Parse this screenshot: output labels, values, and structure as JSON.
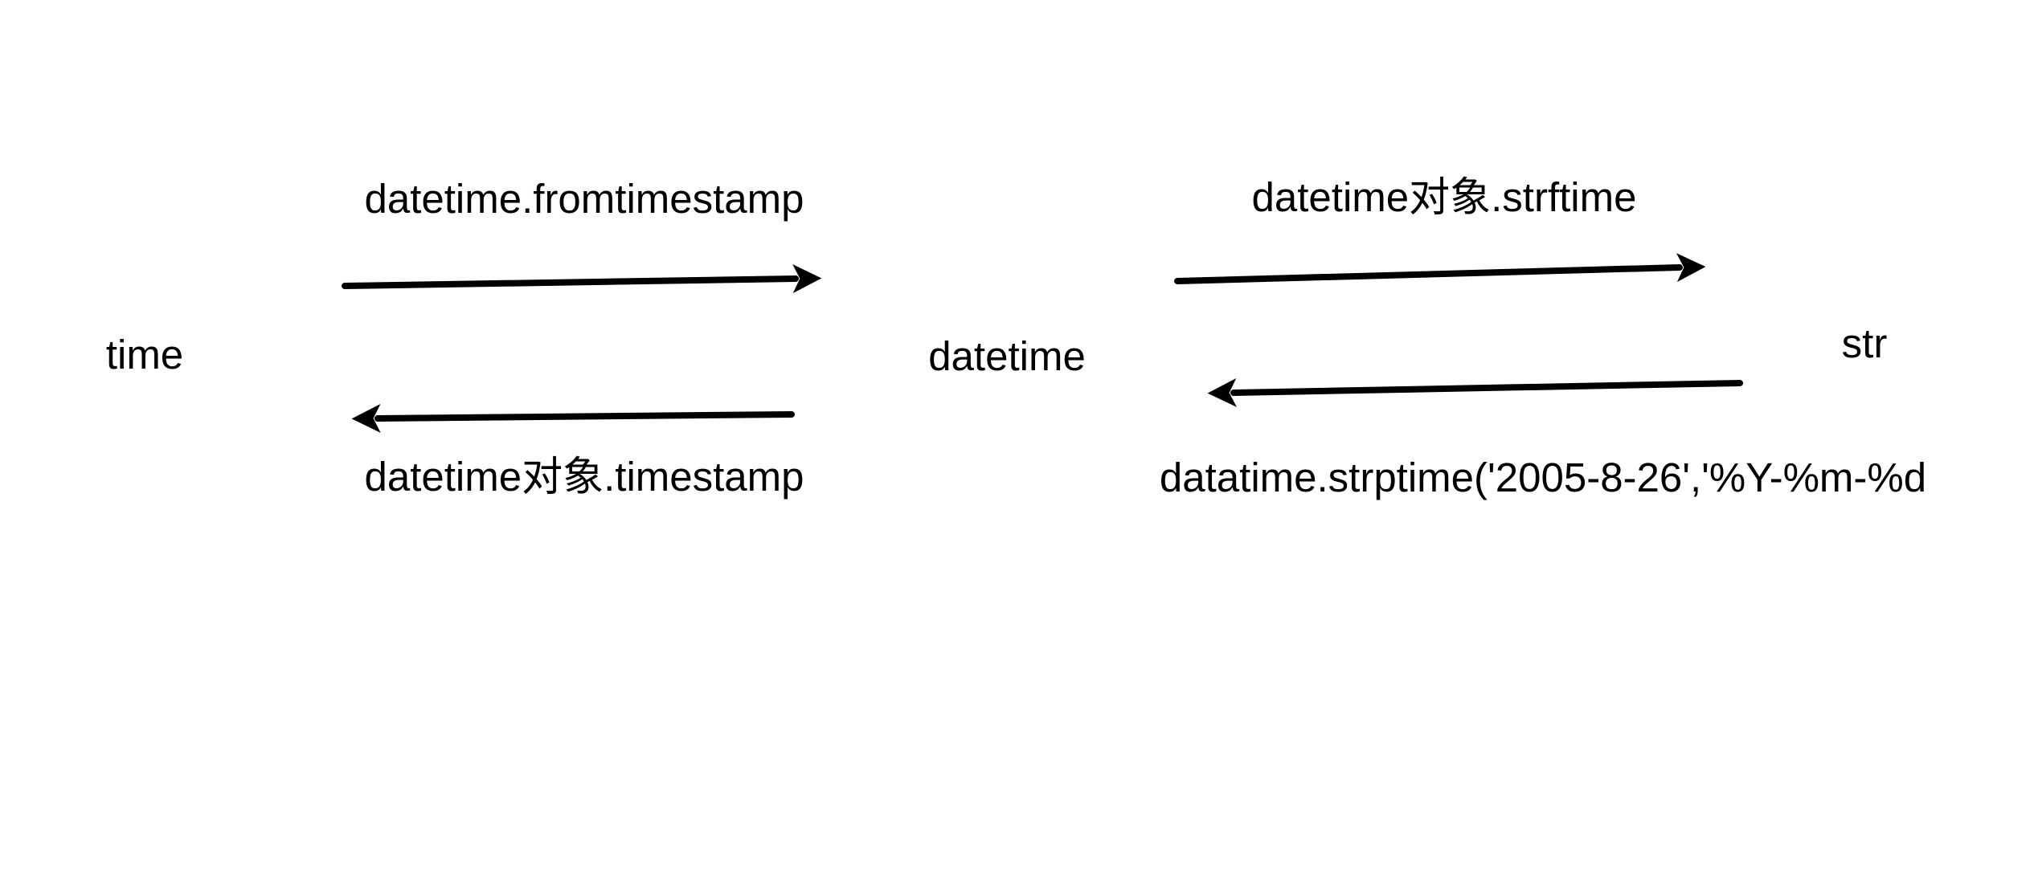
{
  "diagram": {
    "background_color": "#ffffff",
    "text_color": "#000000",
    "arrow_color": "#000000",
    "nodes": {
      "time": {
        "label": "time"
      },
      "datetime": {
        "label": "datetime"
      },
      "str": {
        "label": "str"
      }
    },
    "edges": {
      "time_to_datetime": {
        "label": "datetime.fromtimestamp",
        "from": "time",
        "to": "datetime",
        "direction": "right"
      },
      "datetime_to_time": {
        "label": "datetime对象.timestamp",
        "from": "datetime",
        "to": "time",
        "direction": "left"
      },
      "datetime_to_str": {
        "label": "datetime对象.strftime",
        "from": "datetime",
        "to": "str",
        "direction": "right"
      },
      "str_to_datetime": {
        "label": "datatime.strptime('2005-8-26','%Y-%m-%d",
        "from": "str",
        "to": "datetime",
        "direction": "left"
      }
    }
  }
}
